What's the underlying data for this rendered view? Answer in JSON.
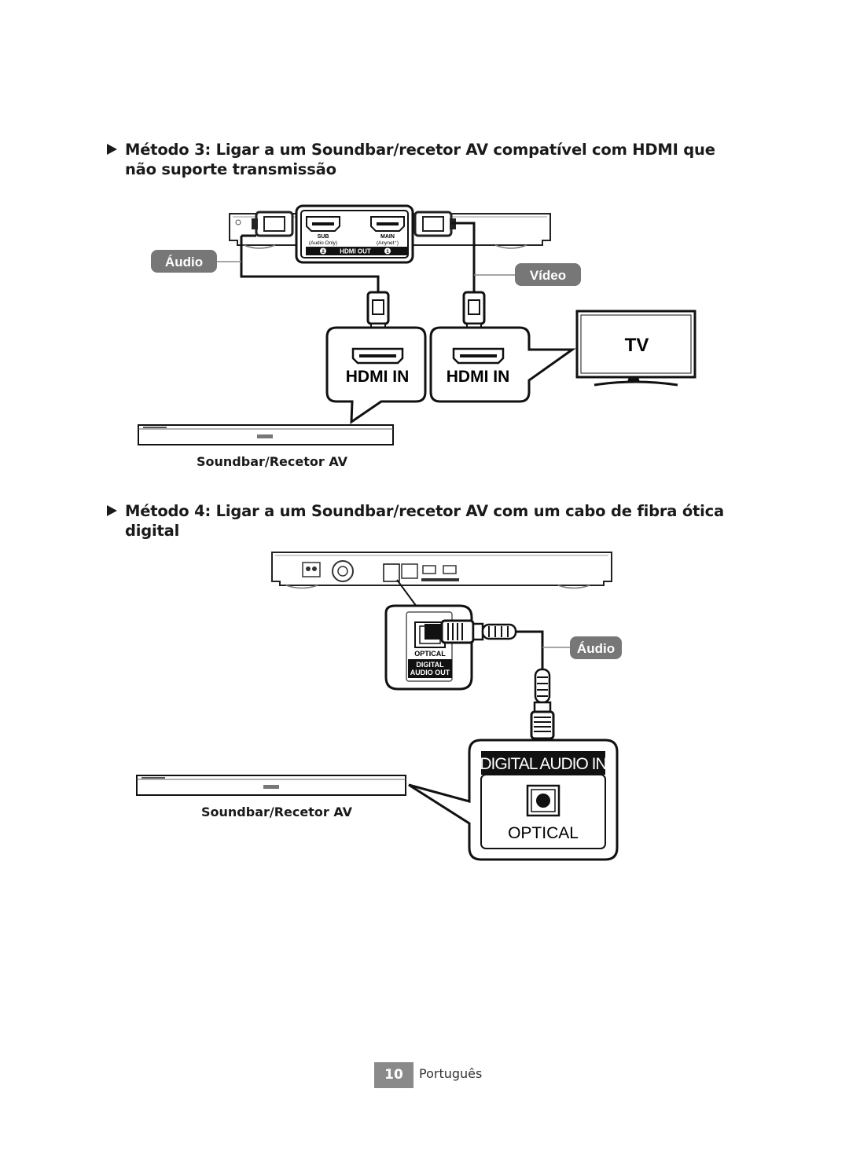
{
  "method3": {
    "heading": "Método 3: Ligar a um Soundbar/recetor AV compatível com HDMI que não suporte transmissão"
  },
  "method4": {
    "heading": "Método 4: Ligar a um Soundbar/recetor AV com um cabo de fibra ótica digital"
  },
  "diagram1": {
    "label_audio": "Áudio",
    "label_video": "Vídeo",
    "port_sub": "SUB",
    "port_sub_note": "(Audio Only)",
    "port_main": "MAIN",
    "port_main_note": "(Anynet⁺)",
    "hdmi_out_label": "HDMI OUT",
    "port_num_sub": "2",
    "port_num_main": "1",
    "hdmi_in_left": "HDMI IN",
    "hdmi_in_right": "HDMI IN",
    "tv_label": "TV",
    "device_caption": "Soundbar/Recetor AV"
  },
  "diagram2": {
    "label_audio": "Áudio",
    "optical_port_label": "OPTICAL",
    "digital_audio_out_line1": "DIGITAL",
    "digital_audio_out_line2": "AUDIO OUT",
    "digital_audio_in": "DIGITAL AUDIO IN",
    "optical_in": "OPTICAL",
    "device_caption": "Soundbar/Recetor AV"
  },
  "footer": {
    "page_number": "10",
    "language": "Português"
  }
}
